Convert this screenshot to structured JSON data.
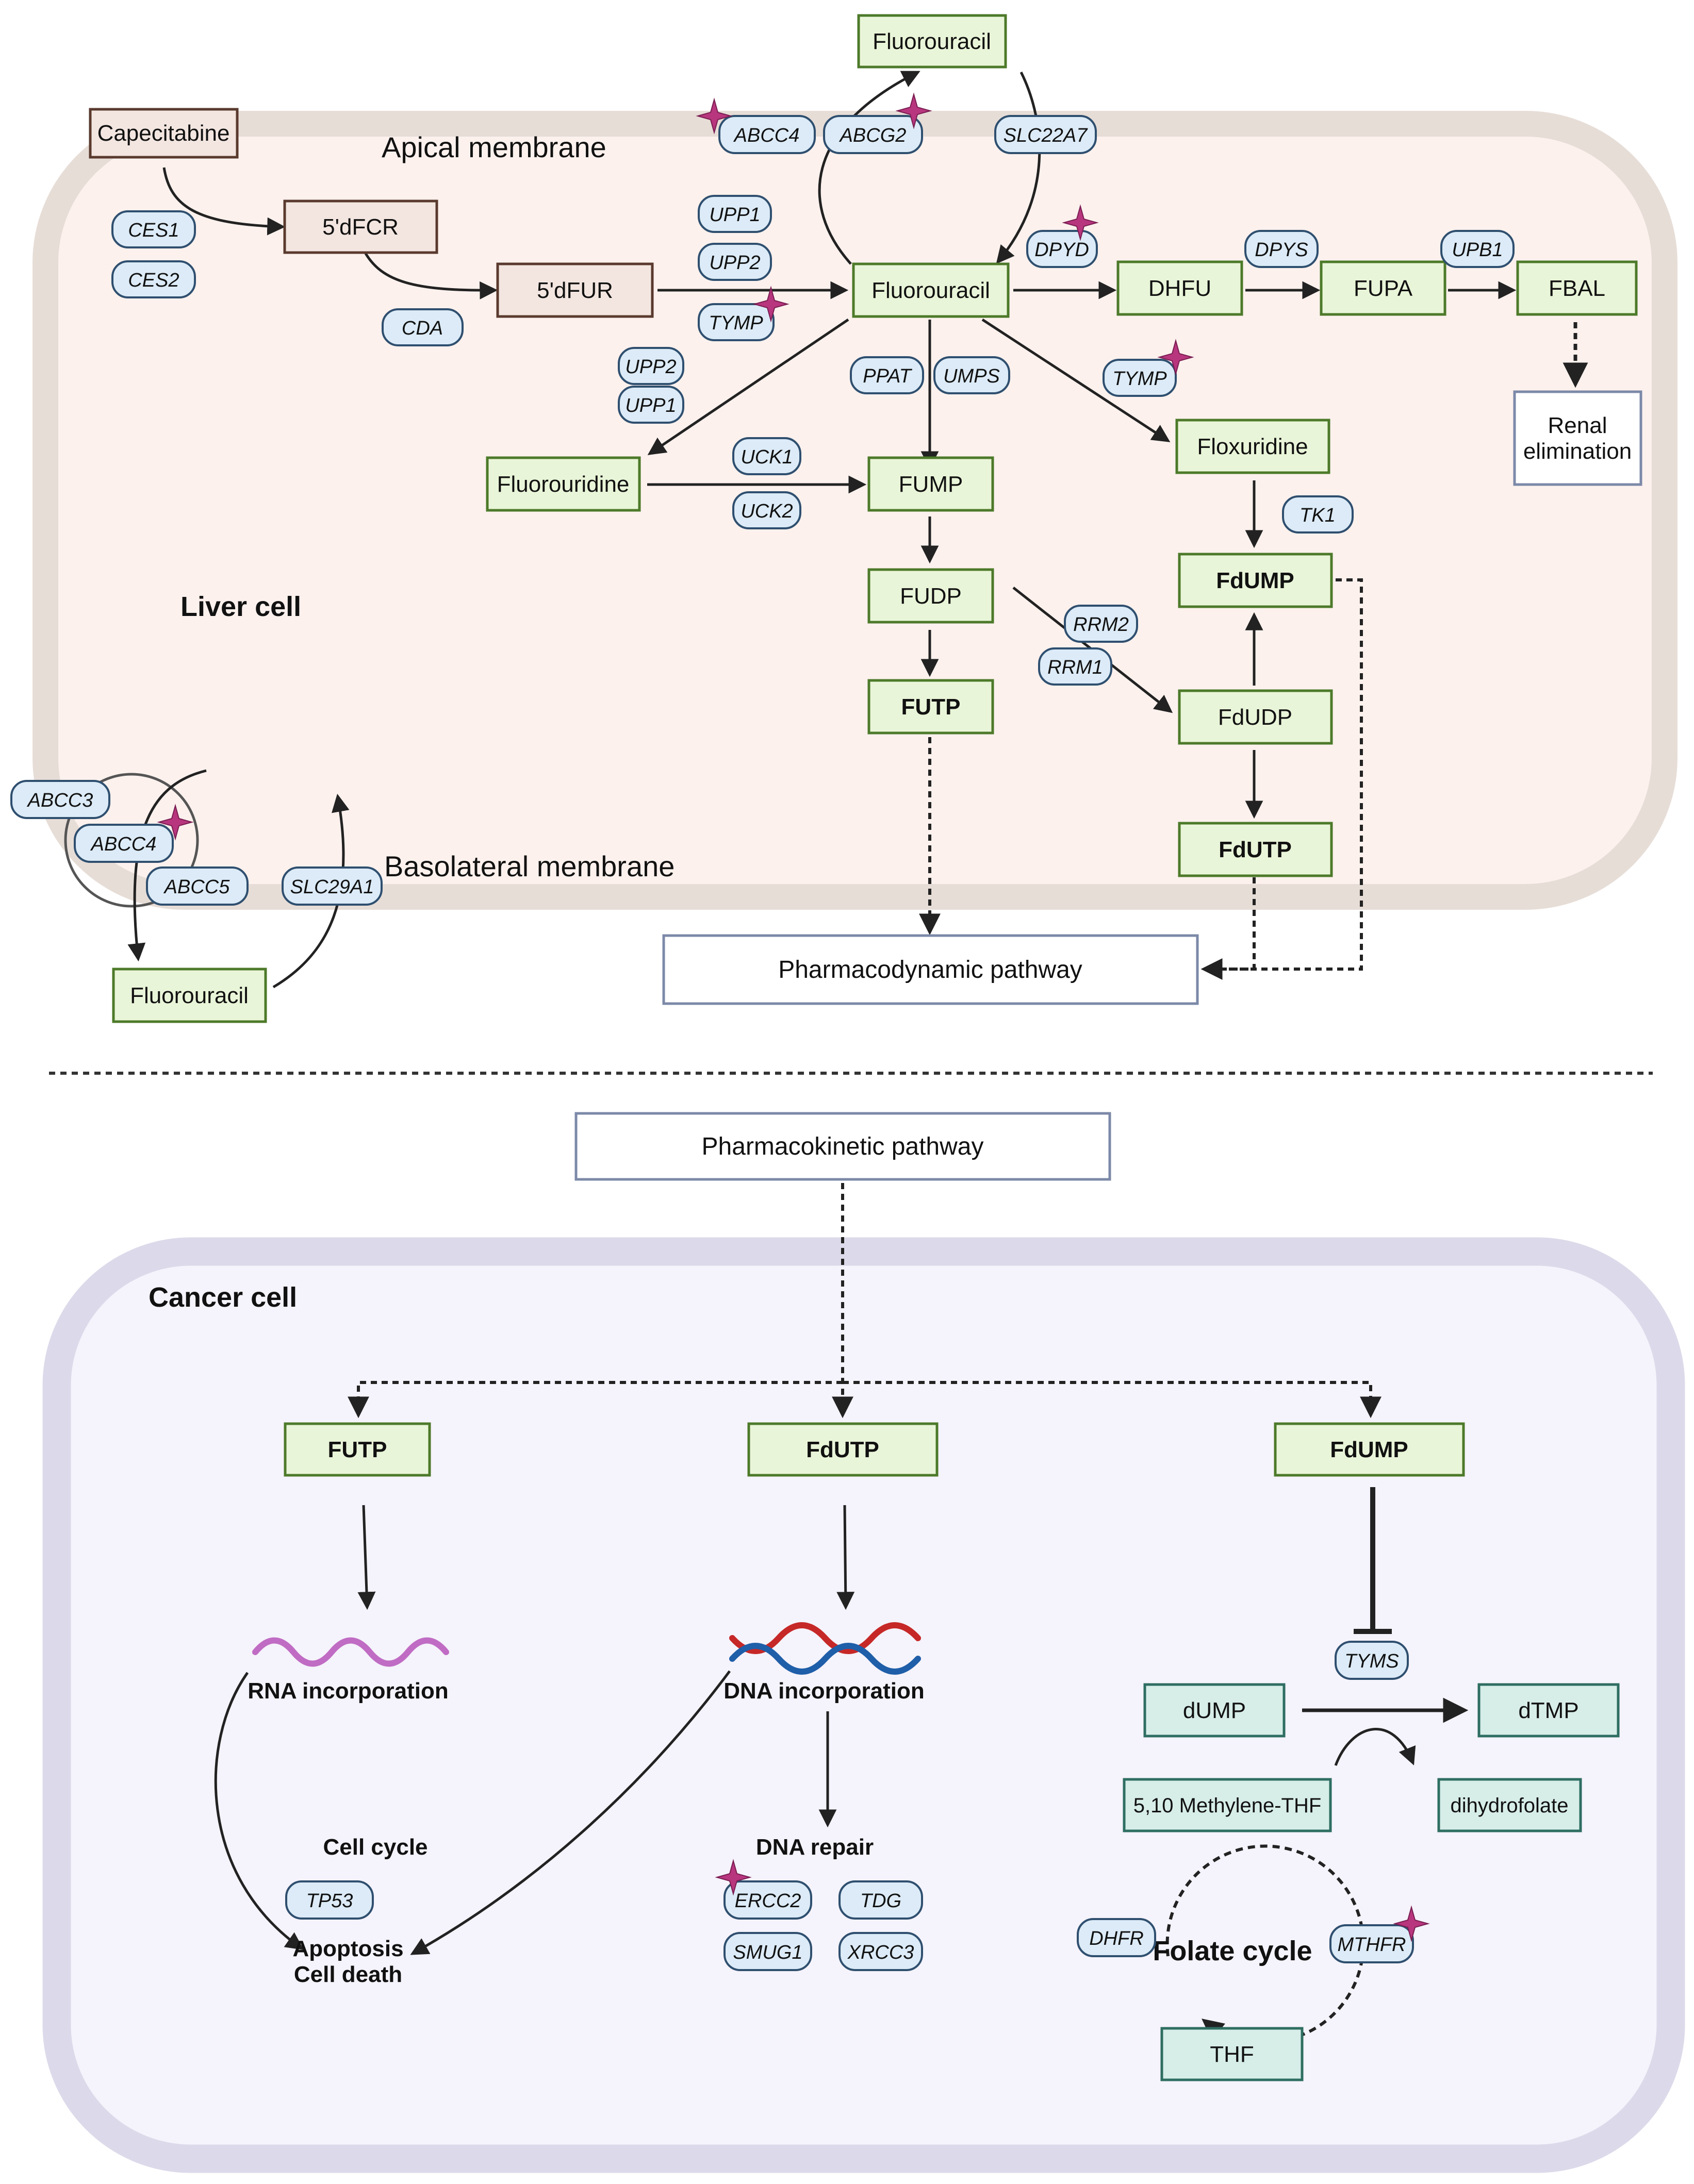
{
  "liver": {
    "cell_label": "Liver cell",
    "apical": "Apical membrane",
    "basolateral": "Basolateral membrane",
    "capecitabine": "Capecitabine",
    "dfcr": "5'dFCR",
    "dfur": "5'dFUR",
    "fu_center": "Fluorouracil",
    "fu_top": "Fluorouracil",
    "fu_bottom": "Fluorouracil",
    "dhfu": "DHFU",
    "fupa": "FUPA",
    "fbal": "FBAL",
    "renal_1": "Renal",
    "renal_2": "elimination",
    "fluorouridine": "Fluorouridine",
    "fump": "FUMP",
    "fudp": "FUDP",
    "futp": "FUTP",
    "floxuridine": "Floxuridine",
    "fdump": "FdUMP",
    "fdudp": "FdUDP",
    "fdutp": "FdUTP",
    "pd_pathway": "Pharmacodynamic pathway"
  },
  "genes": {
    "ces1": "CES1",
    "ces2": "CES2",
    "cda": "CDA",
    "upp1_a": "UPP1",
    "upp2_a": "UPP2",
    "tymp_a": "TYMP",
    "abcc4_top": "ABCC4",
    "abcg2": "ABCG2",
    "slc22a7": "SLC22A7",
    "dpyd": "DPYD",
    "dpys": "DPYS",
    "upb1": "UPB1",
    "upp2_b": "UPP2",
    "upp1_b": "UPP1",
    "ppat": "PPAT",
    "umps": "UMPS",
    "tymp_b": "TYMP",
    "uck1": "UCK1",
    "uck2": "UCK2",
    "tk1": "TK1",
    "rrm2": "RRM2",
    "rrm1": "RRM1",
    "abcc3": "ABCC3",
    "abcc4_b": "ABCC4",
    "abcc5": "ABCC5",
    "slc29a1": "SLC29A1",
    "tyms": "TYMS",
    "tp53": "TP53",
    "ercc2": "ERCC2",
    "tdg": "TDG",
    "smug1": "SMUG1",
    "xrcc3": "XRCC3",
    "dhfr": "DHFR",
    "mthfr": "MTHFR"
  },
  "cancer": {
    "cell_label": "Cancer cell",
    "pk_pathway": "Pharmacokinetic pathway",
    "futp": "FUTP",
    "fdutp": "FdUTP",
    "fdump": "FdUMP",
    "rna_inc": "RNA incorporation",
    "dna_inc": "DNA incorporation",
    "cell_cycle": "Cell cycle",
    "apoptosis_1": "Apoptosis",
    "apoptosis_2": "Cell death",
    "dna_repair": "DNA repair",
    "dump": "dUMP",
    "dtmp": "dTMP",
    "methylene_thf": "5,10 Methylene-THF",
    "dihydrofolate": "dihydrofolate",
    "folate_cycle": "Folate cycle",
    "thf": "THF"
  },
  "colors": {
    "green_fill": "#e9f5d8",
    "green_stroke": "#4d7a2a",
    "brown_fill": "#f3e6e0",
    "brown_stroke": "#5a3a2e",
    "gene_fill": "#dcebf7",
    "gene_stroke": "#2f4f6f",
    "teal_fill": "#d7ede8",
    "teal_stroke": "#2e6e62",
    "star": "#b8367e",
    "liver_bg": "#fcf1ed",
    "liver_border": "#e7ddd7",
    "cancer_bg": "#f5f3fb",
    "cancer_border": "#dcdaea"
  }
}
